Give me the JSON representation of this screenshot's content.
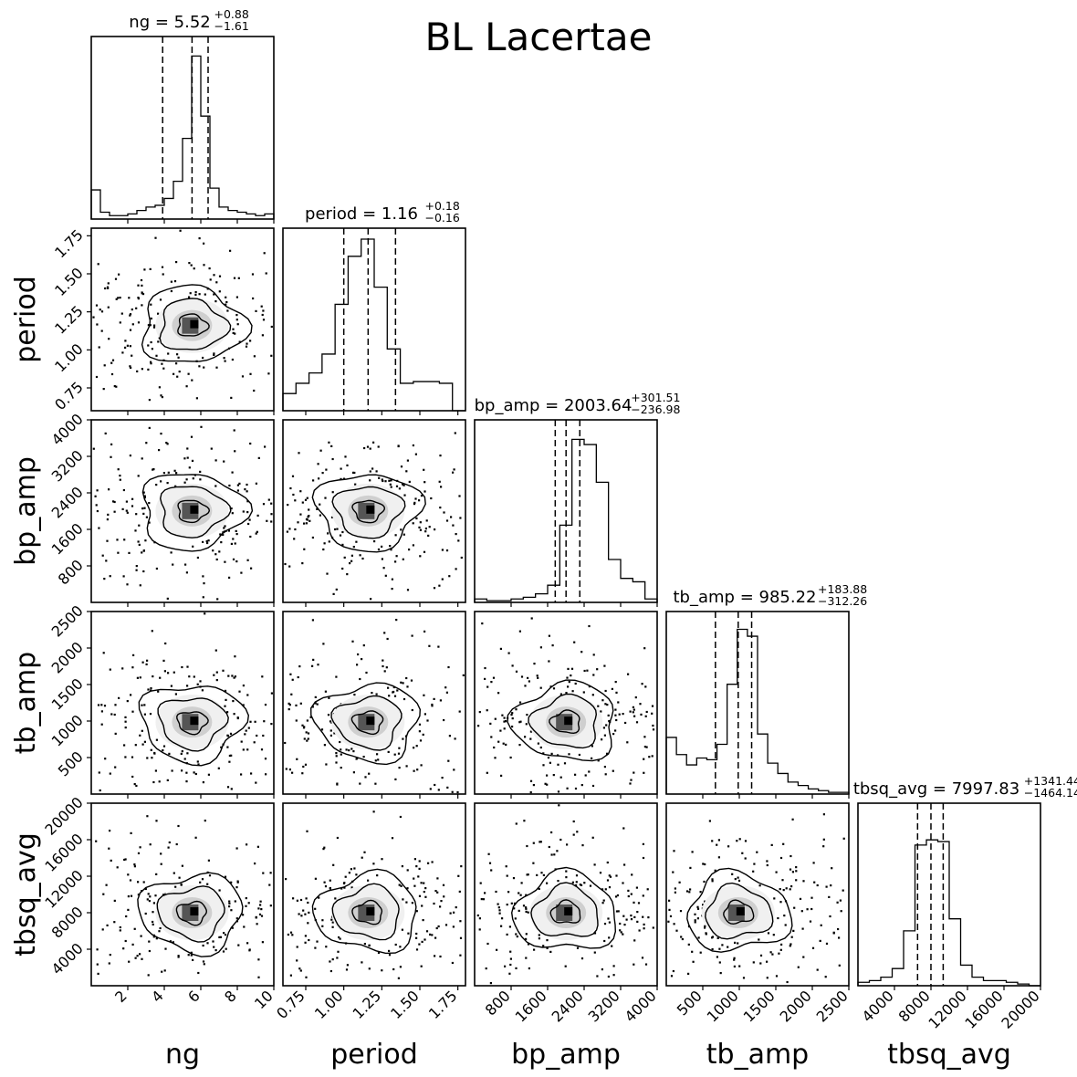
{
  "chart_data": {
    "type": "scatter",
    "subtype": "corner-plot",
    "title": "BL Lacertae",
    "parameters": [
      {
        "name": "ng",
        "median": 5.52,
        "plus": 0.88,
        "minus": 1.61,
        "title_value": "5.52",
        "title_plus": "+0.88",
        "title_minus": "−1.61",
        "range": [
          0,
          10
        ],
        "ticks": [
          2,
          4,
          6,
          8,
          10
        ],
        "tick_labels": [
          "2",
          "4",
          "6",
          "8",
          "10"
        ],
        "quantiles": [
          3.91,
          5.52,
          6.4
        ]
      },
      {
        "name": "period",
        "median": 1.16,
        "plus": 0.18,
        "minus": 0.16,
        "title_value": "1.16",
        "title_plus": "+0.18",
        "title_minus": "−0.16",
        "range": [
          0.6,
          1.8
        ],
        "ticks": [
          0.75,
          1.0,
          1.25,
          1.5,
          1.75
        ],
        "tick_labels": [
          "0.75",
          "1.00",
          "1.25",
          "1.50",
          "1.75"
        ],
        "quantiles": [
          1.0,
          1.16,
          1.34
        ]
      },
      {
        "name": "bp_amp",
        "median": 2003.64,
        "plus": 301.51,
        "minus": 236.98,
        "title_value": "2003.64",
        "title_plus": "+301.51",
        "title_minus": "−236.98",
        "range": [
          0,
          4000
        ],
        "ticks": [
          800,
          1600,
          2400,
          3200,
          4000
        ],
        "tick_labels": [
          "800",
          "1600",
          "2400",
          "3200",
          "4000"
        ],
        "quantiles": [
          1766.66,
          2003.64,
          2305.15
        ]
      },
      {
        "name": "tb_amp",
        "median": 985.22,
        "plus": 183.88,
        "minus": 312.26,
        "title_value": "985.22",
        "title_plus": "+183.88",
        "title_minus": "−312.26",
        "range": [
          0,
          2500
        ],
        "ticks": [
          500,
          1000,
          1500,
          2000,
          2500
        ],
        "tick_labels": [
          "500",
          "1000",
          "1500",
          "2000",
          "2500"
        ],
        "quantiles": [
          672.96,
          985.22,
          1169.1
        ]
      },
      {
        "name": "tbsq_avg",
        "median": 7997.83,
        "plus": 1341.44,
        "minus": 1464.14,
        "title_value": "7997.83",
        "title_plus": "+1341.44",
        "title_minus": "−1464.14",
        "range": [
          0,
          20000
        ],
        "ticks": [
          4000,
          8000,
          12000,
          16000,
          20000
        ],
        "tick_labels": [
          "4000",
          "8000",
          "12000",
          "16000",
          "20000"
        ],
        "quantiles": [
          6533.69,
          7997.83,
          9339.27
        ]
      }
    ],
    "histograms": [
      [
        0.17,
        0.04,
        0.02,
        0.02,
        0.03,
        0.05,
        0.07,
        0.08,
        0.12,
        0.22,
        0.47,
        0.95,
        0.6,
        0.18,
        0.07,
        0.05,
        0.04,
        0.03,
        0.02,
        0.03
      ],
      [
        0.1,
        0.16,
        0.22,
        0.33,
        0.62,
        0.9,
        1.0,
        0.72,
        0.36,
        0.16,
        0.17,
        0.17,
        0.16,
        0.0
      ],
      [
        0.02,
        0.01,
        0.01,
        0.02,
        0.03,
        0.05,
        0.1,
        0.45,
        0.95,
        0.92,
        0.7,
        0.25,
        0.14,
        0.12,
        0.02
      ],
      [
        0.33,
        0.23,
        0.17,
        0.21,
        0.2,
        0.29,
        0.64,
        0.96,
        0.92,
        0.35,
        0.18,
        0.12,
        0.07,
        0.05,
        0.03,
        0.02,
        0.01,
        0.01
      ],
      [
        0.02,
        0.03,
        0.05,
        0.1,
        0.32,
        0.82,
        0.85,
        0.84,
        0.39,
        0.12,
        0.05,
        0.03,
        0.03,
        0.02,
        0.01,
        0.0
      ]
    ]
  },
  "colors": {
    "ink": "#000000",
    "background": "#ffffff",
    "density_light": "#f2f2f2",
    "density_dark": "#111111"
  }
}
